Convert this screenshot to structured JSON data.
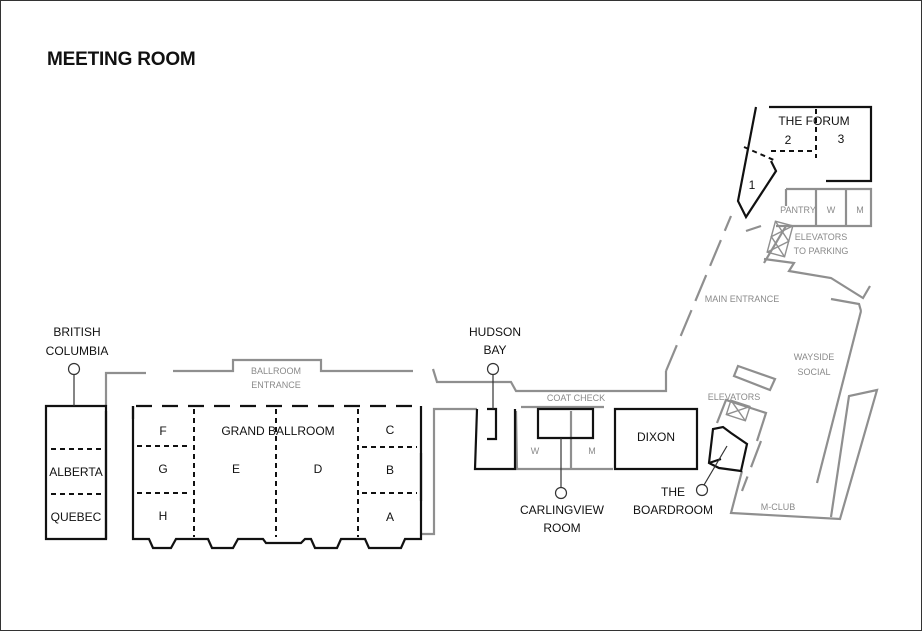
{
  "title": "MEETING ROOM",
  "rooms": {
    "british_columbia": [
      "BRITISH",
      "COLUMBIA"
    ],
    "alberta": "ALBERTA",
    "quebec": "QUEBEC",
    "f": "F",
    "g": "G",
    "h": "H",
    "grand_ballroom": "GRAND BALLROOM",
    "e": "E",
    "d": "D",
    "c": "C",
    "b": "B",
    "a": "A",
    "ballroom_entrance": [
      "BALLROOM",
      "ENTRANCE"
    ],
    "hudson_bay": [
      "HUDSON",
      "BAY"
    ],
    "coat_check": "COAT CHECK",
    "w": "W",
    "m": "M",
    "carlingview": [
      "CARLINGVIEW",
      "ROOM"
    ],
    "dixon": "DIXON",
    "the_boardroom": [
      "THE",
      "BOARDROOM"
    ],
    "elevators": "ELEVATORS",
    "m_club": "M-CLUB",
    "wayside_social": [
      "WAYSIDE",
      "SOCIAL"
    ],
    "main_entrance": "MAIN ENTRANCE",
    "elevators_to_parking": [
      "ELEVATORS",
      "TO PARKING"
    ],
    "pantry": "PANTRY",
    "w2": "W",
    "m2": "M",
    "the_forum": "THE FORUM",
    "forum_1": "1",
    "forum_2": "2",
    "forum_3": "3"
  }
}
